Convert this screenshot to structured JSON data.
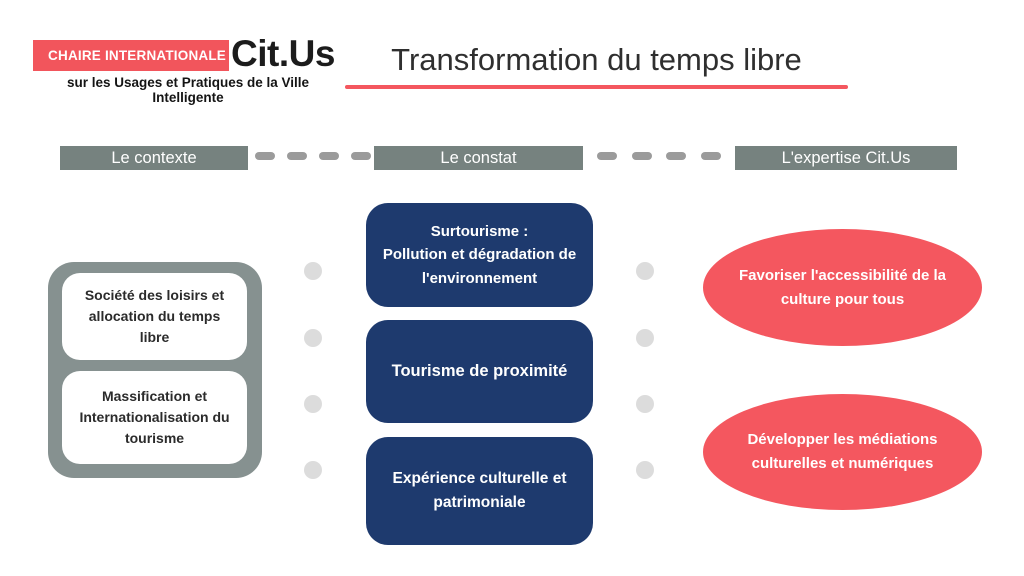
{
  "logo": {
    "badge": "CHAIRE INTERNATIONALE",
    "brand": "Cit.Us",
    "tagline": "sur les Usages et Pratiques de la Ville Intelligente"
  },
  "header": {
    "title": "Transformation du temps libre"
  },
  "stages": {
    "context": "Le contexte",
    "constat": "Le constat",
    "expertise": "L'expertise Cit.Us"
  },
  "context": {
    "items": [
      "Société des loisirs et allocation du temps libre",
      "Massification et Internationalisation du tourisme"
    ]
  },
  "constat": {
    "items": [
      "Surtourisme :\nPollution et dégradation de l'environnement",
      "Tourisme de proximité",
      "Expérience culturelle et patrimoniale"
    ]
  },
  "expertise": {
    "items": [
      "Favoriser l'accessibilité de la culture pour tous",
      "Développer les médiations culturelles et numériques"
    ]
  },
  "colors": {
    "accent_red": "#f4575f",
    "badge_red": "#f2555c",
    "navy": "#1e3a6e",
    "stage_gray": "#76827f",
    "panel_gray": "#869190",
    "dash_gray": "#9b9b9b",
    "dot_gray": "#dcdcdc",
    "title_text": "#2f2f2f",
    "card_text": "#2b2b2b"
  }
}
